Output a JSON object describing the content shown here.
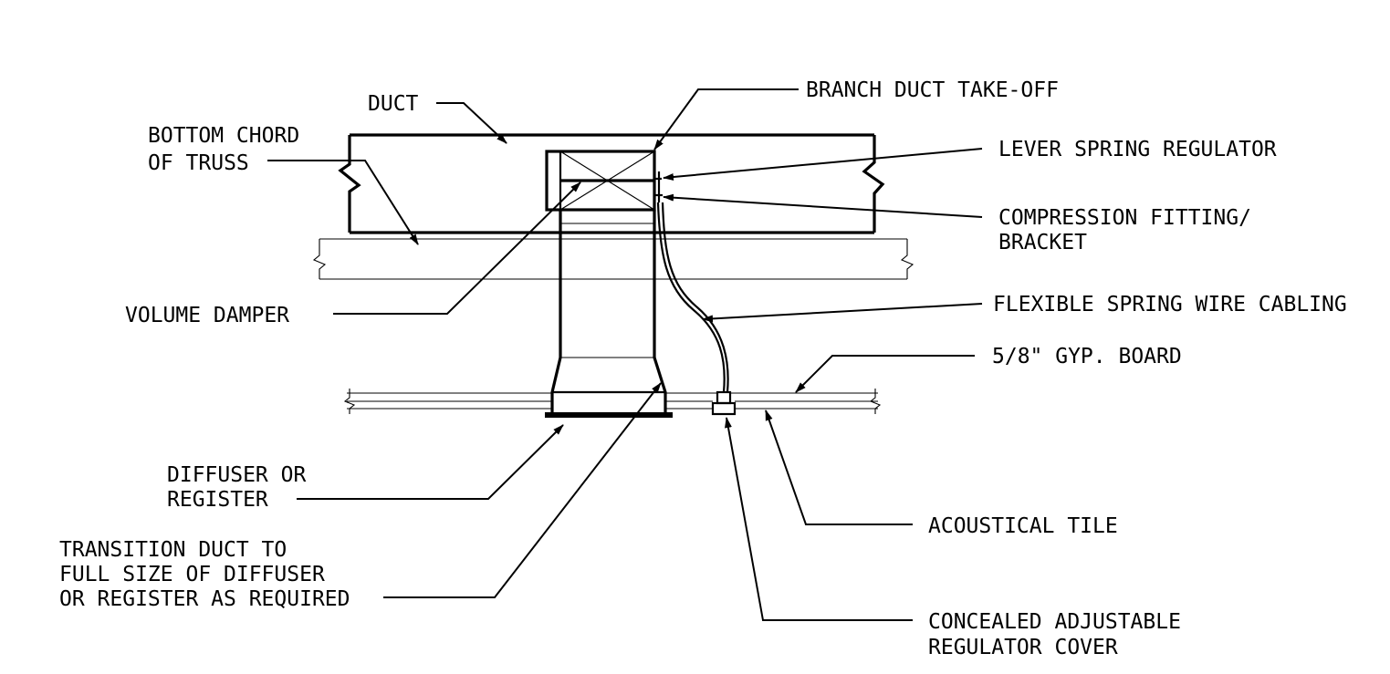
{
  "diagram": {
    "labels": {
      "duct": "DUCT",
      "branch_takeoff": "BRANCH DUCT TAKE-OFF",
      "bottom_chord_1": "BOTTOM CHORD",
      "bottom_chord_2": "OF TRUSS",
      "lever_regulator": "LEVER SPRING REGULATOR",
      "compression_1": "COMPRESSION FITTING/",
      "compression_2": "BRACKET",
      "volume_damper": "VOLUME DAMPER",
      "flex_cabling": "FLEXIBLE SPRING WIRE CABLING",
      "gyp_board": "5/8\" GYP. BOARD",
      "diffuser_1": "DIFFUSER OR",
      "diffuser_2": "REGISTER",
      "acoustical_tile": "ACOUSTICAL TILE",
      "transition_1": "TRANSITION DUCT TO",
      "transition_2": "FULL SIZE OF DIFFUSER",
      "transition_3": "OR REGISTER AS REQUIRED",
      "regulator_cover_1": "CONCEALED ADJUSTABLE",
      "regulator_cover_2": "REGULATOR COVER"
    }
  }
}
